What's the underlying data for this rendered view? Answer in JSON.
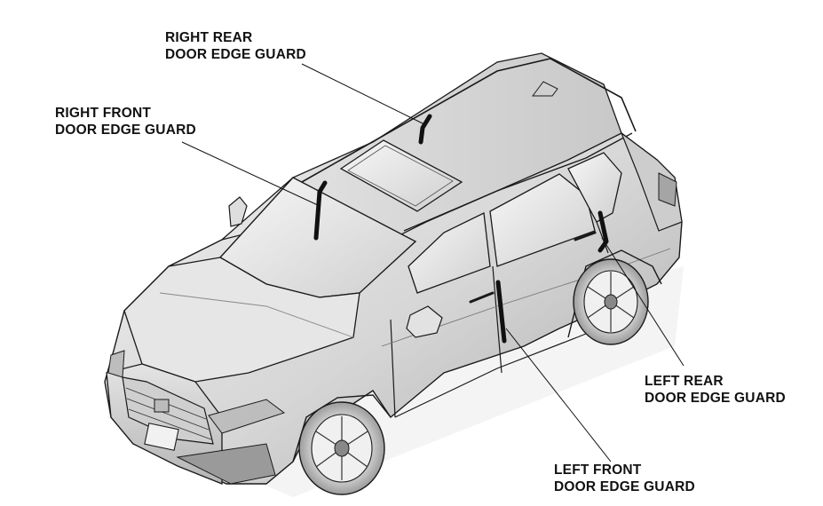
{
  "labels": {
    "right_rear": {
      "line1": "RIGHT REAR",
      "line2": "DOOR EDGE GUARD"
    },
    "right_front": {
      "line1": "RIGHT FRONT",
      "line2": "DOOR EDGE GUARD"
    },
    "left_rear": {
      "line1": "LEFT REAR",
      "line2": "DOOR EDGE GUARD"
    },
    "left_front": {
      "line1": "LEFT FRONT",
      "line2": "DOOR EDGE GUARD"
    }
  },
  "colors": {
    "body_fill": "#d9d9d9",
    "body_light": "#ececec",
    "body_dark": "#9a9a9a",
    "outline": "#1a1a1a",
    "guard": "#111111"
  }
}
